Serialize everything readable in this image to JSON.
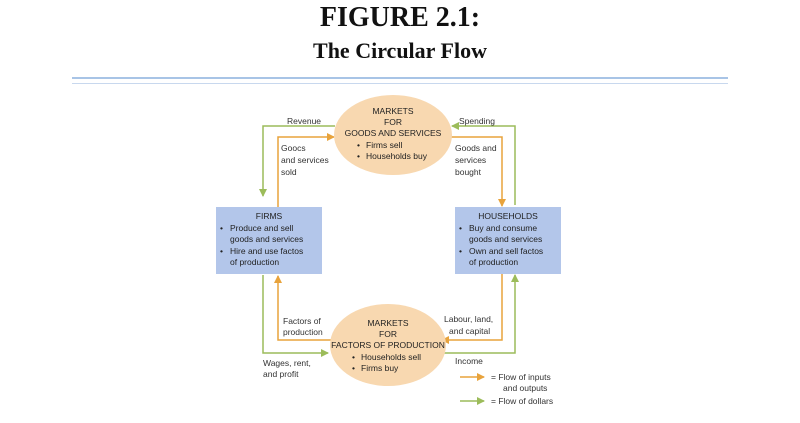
{
  "title": "FIGURE 2.1:",
  "subtitle": "The Circular Flow",
  "colors": {
    "inputs_flow": "#e8a33c",
    "dollars_flow": "#9cbc5a",
    "box_fill": "#b3c6ea",
    "oval_fill": "#f8d8b0"
  },
  "goods_market": {
    "lines": [
      "MARKETS",
      "FOR",
      "GOODS AND SERVICES"
    ],
    "bullets": [
      "Firms sell",
      "Households buy"
    ]
  },
  "factors_market": {
    "lines": [
      "MARKETS",
      "FOR",
      "FACTORS OF PRODUCTION"
    ],
    "bullets": [
      "Households sell",
      "Firms buy"
    ]
  },
  "firms": {
    "title": "FIRMS",
    "bullets": [
      [
        "Produce and sell",
        "goods and services"
      ],
      [
        "Hire and use factos",
        "of production"
      ]
    ]
  },
  "households": {
    "title": "HOUSEHOLDS",
    "bullets": [
      [
        "Buy and consume",
        "goods and services"
      ],
      [
        "Own and sell factos",
        "of production"
      ]
    ]
  },
  "labels": {
    "revenue": "Revenue",
    "spending": "Spending",
    "goods_sold": [
      "Goocs",
      "and services",
      "sold"
    ],
    "goods_bought": [
      "Goods and",
      "services",
      "bought"
    ],
    "factors_of_production": [
      "Factors of",
      "production"
    ],
    "labour": [
      "Labour, land,",
      "and capital"
    ],
    "wages": [
      "Wages, rent,",
      "and profit"
    ],
    "income": "Income"
  },
  "legend": {
    "inputs": [
      "= Flow of inputs",
      "and outputs"
    ],
    "dollars": "= Flow of dollars"
  }
}
